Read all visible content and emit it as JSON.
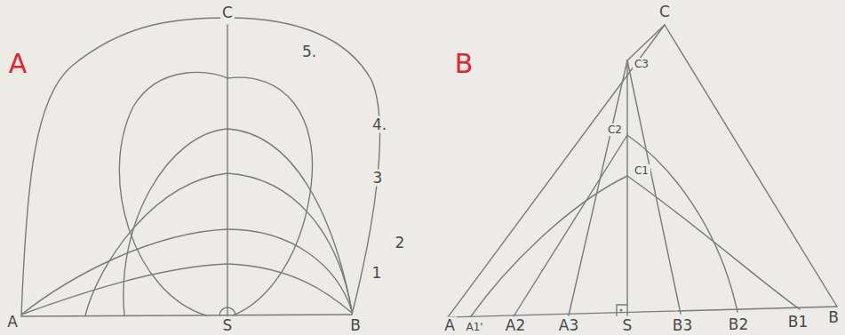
{
  "diagram": {
    "labels": [
      "A",
      "C",
      "5.",
      "4.",
      "3",
      "2",
      "1",
      "A",
      "S",
      "B",
      "B",
      "C",
      "C3",
      "C2",
      "C1",
      "A",
      "A1'",
      "A2",
      "A3",
      "S",
      "B3",
      "B2",
      "B1",
      "B"
    ]
  }
}
